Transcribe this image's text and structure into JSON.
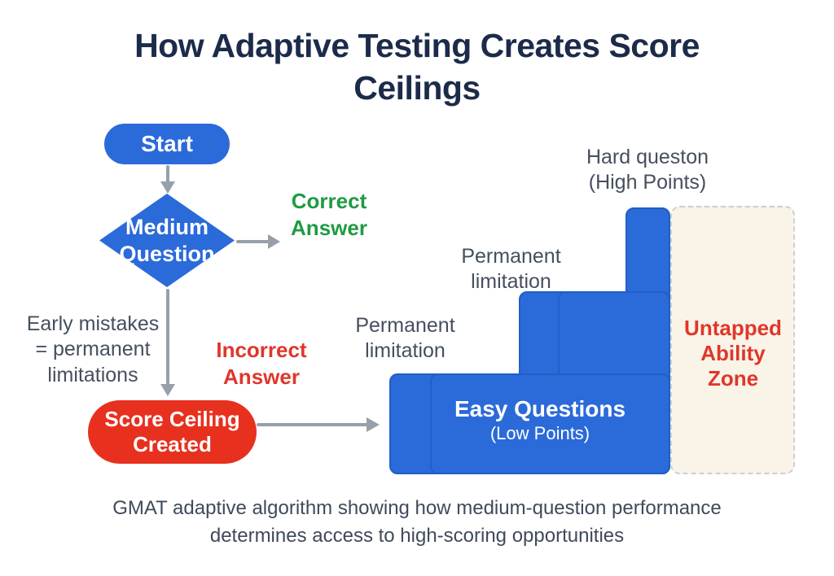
{
  "title": "How Adaptive Testing Creates Score Ceilings",
  "caption": "GMAT adaptive algorithm showing how medium-question performance determines access to high-scoring opportunities",
  "flowchart": {
    "start_label": "Start",
    "decision_label": "Medium Question",
    "correct_label": "Correct Answer",
    "incorrect_label": "Incorrect Answer",
    "early_mistakes_label": "Early mistakes = permanent limitations",
    "ceiling_label": "Score Ceiling Created"
  },
  "staircase": {
    "easy_title": "Easy Questions",
    "easy_subtitle": "(Low Points)",
    "perm_limitation_lower": "Permanent limitation",
    "perm_limitation_upper": "Permanent limitation",
    "hard_label": "Hard queston (High Points)",
    "untapped_label": "Untapped Ability Zone"
  },
  "colors": {
    "blue": "#2b6ad9",
    "blue_border": "#2160c4",
    "red": "#e8301f",
    "green_text": "#1f9b43",
    "red_text": "#e0362b",
    "navy_title": "#1c2b4a",
    "gray_text": "#454f5e",
    "arrow": "#97a0aa",
    "cream": "#faf4e8",
    "dash_border": "#c9cfd9"
  }
}
